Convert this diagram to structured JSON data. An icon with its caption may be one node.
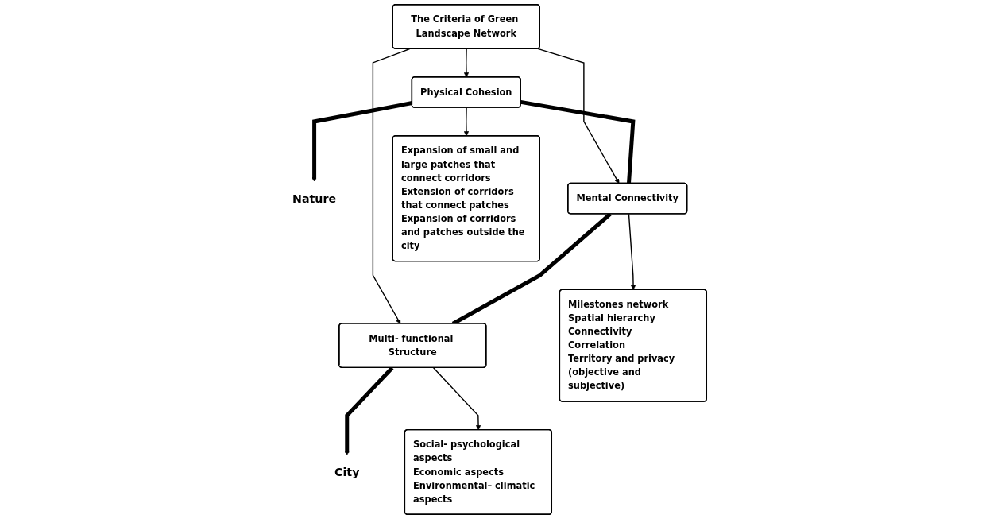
{
  "diagram": {
    "nodes": [
      {
        "text": [
          "The Criteria of Green Landscape Network"
        ]
      },
      {
        "text": [
          "Nature"
        ]
      },
      {
        "text": [
          "Physical Cohesion"
        ]
      },
      {
        "text": [
          "Mental Connectivity"
        ]
      },
      {
        "text": [
          "Multi- functional Structure"
        ]
      },
      {
        "text": [
          "City"
        ]
      },
      {
        "text": [
          "Expansion of small and large patches that connect corridors",
          "Extension of corridors that connect patches",
          "Expansion of corridors and patches outside the city"
        ]
      },
      {
        "text": [
          "Milestones network",
          "Spatial hierarchy",
          "Connectivity",
          "Correlation",
          "Territory and privacy (objective and subjective)"
        ]
      },
      {
        "text": [
          "Social- psychological aspects",
          "Economic aspects",
          "Environmental– climatic aspects"
        ]
      }
    ],
    "edges": [
      {
        "from": 0,
        "to": 2,
        "arrow": "to"
      },
      {
        "from": 0,
        "to": 3,
        "arrow": "to"
      },
      {
        "from": 0,
        "to": 4,
        "arrow": "to"
      },
      {
        "from": 2,
        "to": 1,
        "arrow": "to",
        "style": "thick"
      },
      {
        "from": 2,
        "to": 3,
        "arrow": "none",
        "style": "thick"
      },
      {
        "from": 3,
        "to": 4,
        "arrow": "none",
        "style": "thick"
      },
      {
        "from": 4,
        "to": 5,
        "arrow": "to",
        "style": "thick"
      },
      {
        "from": 2,
        "to": 6,
        "arrow": "to"
      },
      {
        "from": 3,
        "to": 7,
        "arrow": "to"
      },
      {
        "from": 4,
        "to": 8,
        "arrow": "to"
      }
    ]
  }
}
